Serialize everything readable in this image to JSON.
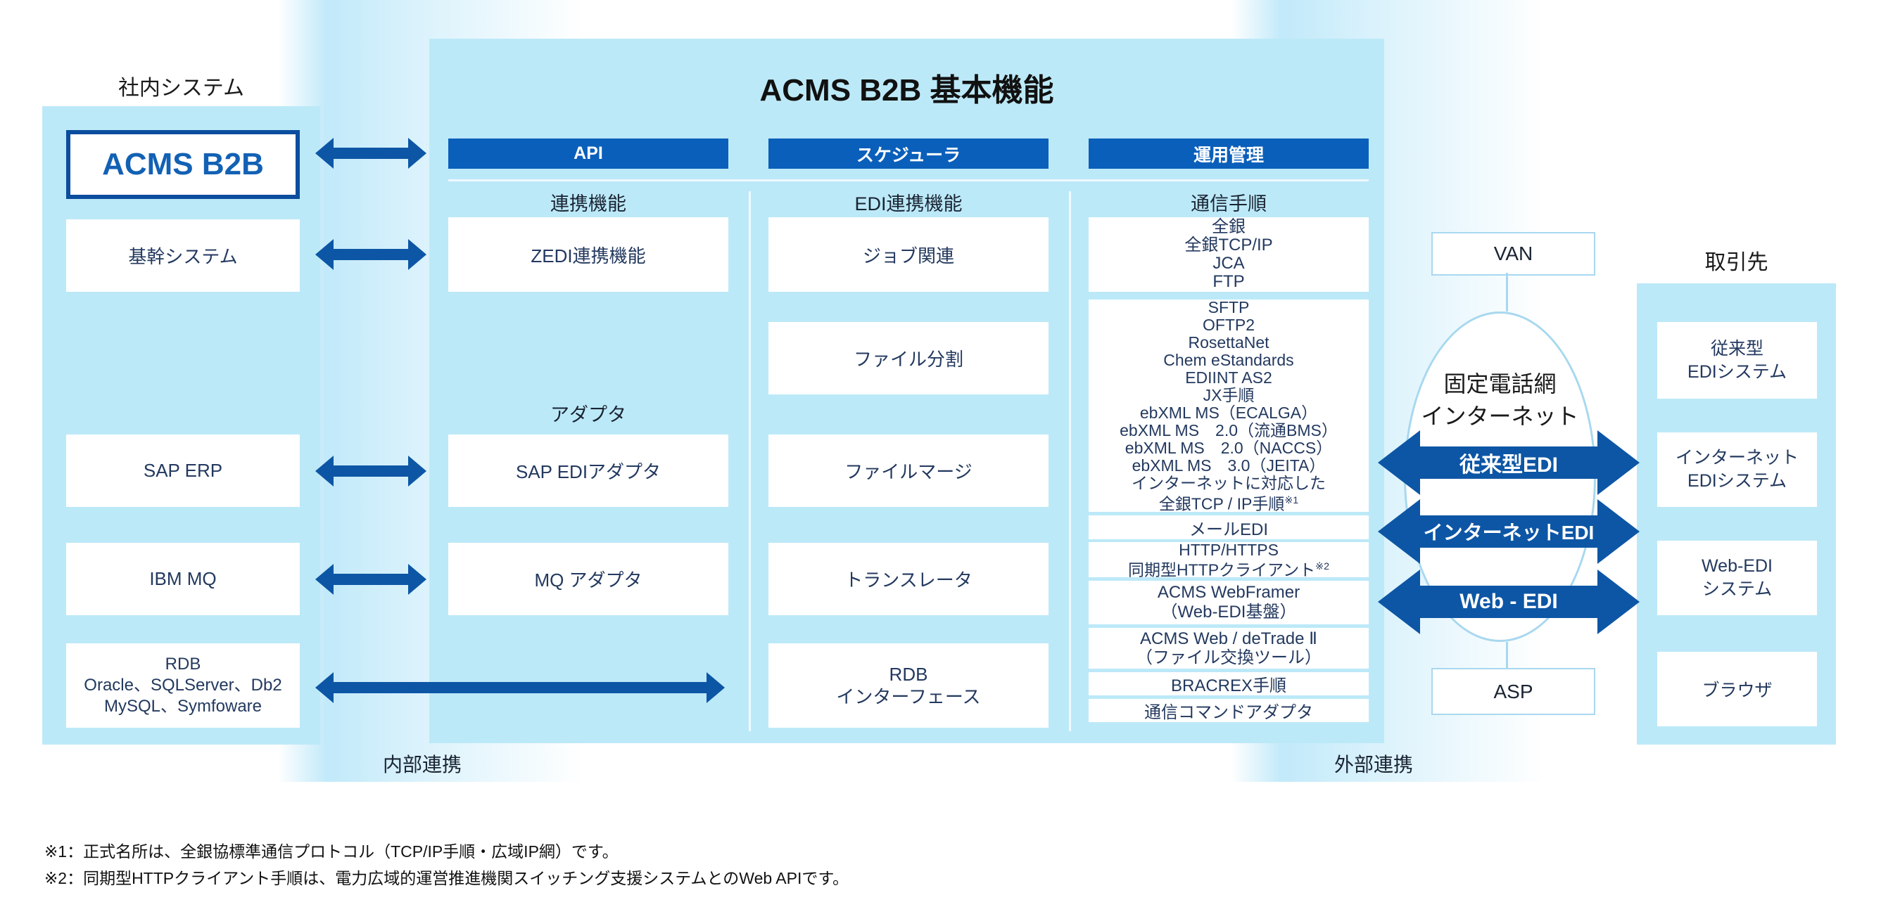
{
  "colors": {
    "panel_bg": "#bce9f8",
    "header_bar": "#0a5fba",
    "arrow_blue": "#0d56a5",
    "acms_border": "#0b4d9e",
    "acms_text": "#1261b4",
    "box_text": "#23395f"
  },
  "labels": {
    "internal_title": "社内システム",
    "core_title": "ACMS B2B 基本機能",
    "partner_title": "取引先",
    "internal_link": "内部連携",
    "external_link": "外部連携",
    "adapter": "アダプタ",
    "van": "VAN",
    "asp": "ASP",
    "network_line1": "固定電話網",
    "network_line2": "インターネット"
  },
  "headers": [
    "API",
    "スケジューラ",
    "運用管理"
  ],
  "sections": [
    "連携機能",
    "EDI連携機能",
    "通信手順"
  ],
  "internal_boxes": {
    "acms": "ACMS B2B",
    "backbone": "基幹システム",
    "sap": "SAP ERP",
    "ibm": "IBM MQ",
    "rdb": [
      "RDB",
      "Oracle、SQLServer、Db2",
      "MySQL、Symfoware"
    ]
  },
  "api_col": {
    "zedi": "ZEDI連携機能",
    "sap_adapter": "SAP EDIアダプタ",
    "mq_adapter": "MQ アダプタ"
  },
  "sched_col": {
    "job": "ジョブ関連",
    "split": "ファイル分割",
    "merge": "ファイルマージ",
    "translator": "トランスレータ",
    "rdb": [
      "RDB",
      "インターフェース"
    ]
  },
  "comm": {
    "legacy": [
      "全銀",
      "全銀TCP/IP",
      "JCA",
      "FTP"
    ],
    "internet": [
      "SFTP",
      "OFTP2",
      "RosettaNet",
      "Chem eStandards",
      "EDIINT AS2",
      "JX手順",
      "ebXML MS（ECALGA）",
      "ebXML MS　2.0（流通BMS）",
      "ebXML MS　2.0（NACCS）",
      "ebXML MS　3.0（JEITA）",
      "インターネットに対応した"
    ],
    "internet_last": "全銀TCP / IP手順",
    "internet_last_sup": "※1",
    "mail": "メールEDI",
    "http1": "HTTP/HTTPS",
    "http2": "同期型HTTPクライアント",
    "http_sup": "※2",
    "webframer": [
      "ACMS WebFramer",
      "（Web-EDI基盤）"
    ],
    "detrade": [
      "ACMS Web / deTrade Ⅱ",
      "（ファイル交換ツール）"
    ],
    "bracrex": "BRACREX手順",
    "command": "通信コマンドアダプタ"
  },
  "big_arrows": {
    "legacy": "従来型EDI",
    "internet": "インターネットEDI",
    "web": "Web - EDI"
  },
  "partner_boxes": {
    "legacy": [
      "従来型",
      "EDIシステム"
    ],
    "internet": [
      "インターネット",
      "EDIシステム"
    ],
    "web": [
      "Web-EDI",
      "システム"
    ],
    "browser": "ブラウザ"
  },
  "notes": [
    "※1：正式名所は、全銀協標準通信プロトコル（TCP/IP手順・広域IP網）です。",
    "※2：同期型HTTPクライアント手順は、電力広域的運営推進機関スイッチング支援システムとのWeb APIです。"
  ]
}
